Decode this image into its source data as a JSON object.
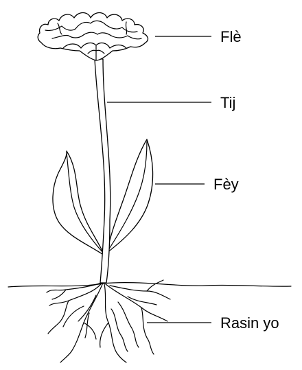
{
  "labels": {
    "flower": "Flè",
    "stem": "Tij",
    "leaves": "Fèy",
    "roots": "Rasin yo"
  }
}
